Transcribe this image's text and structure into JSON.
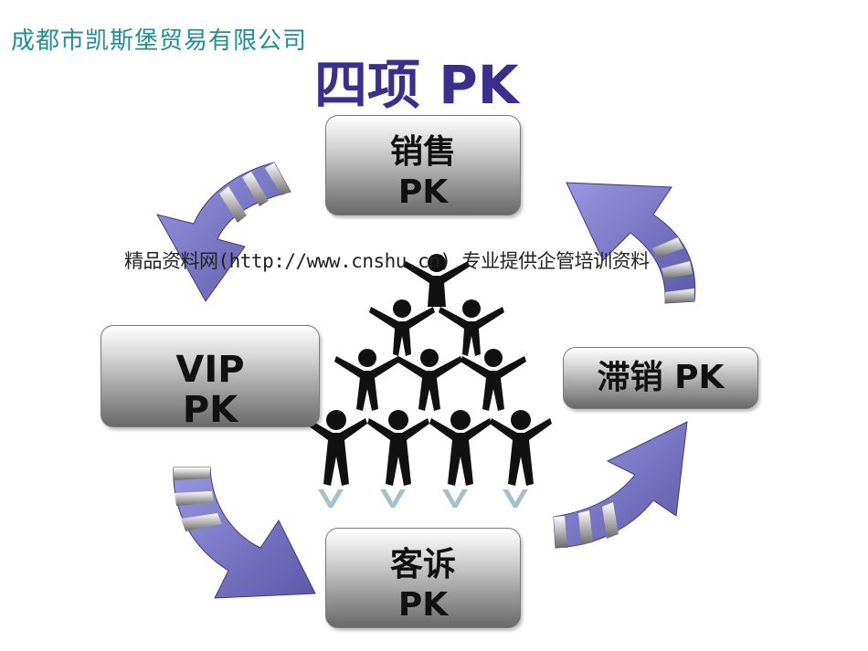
{
  "company_name": "成都市凯斯堡贸易有限公司",
  "slide_title": "四项 PK",
  "watermark_text": "精品资料网(http://www.cnshu.cn) 专业提供企管培训资料",
  "boxes": {
    "sales": {
      "line1": "销售",
      "line2": "PK"
    },
    "vip": {
      "line1": "VIP",
      "line2": "PK"
    },
    "slow_moving": {
      "label": "滞销 PK"
    },
    "complaint": {
      "line1": "客诉",
      "line2": "PK"
    }
  },
  "colors": {
    "company_text": "#1f8f8f",
    "title_text": "#3a2f8f",
    "arrow_fill": "#7b77c9",
    "arrow_dark": "#4a4690",
    "figure_fill": "#111111",
    "figure_reflection": "#5a8fa0"
  },
  "icons": [
    "curved-arrow-icon",
    "human-pyramid-icon"
  ]
}
